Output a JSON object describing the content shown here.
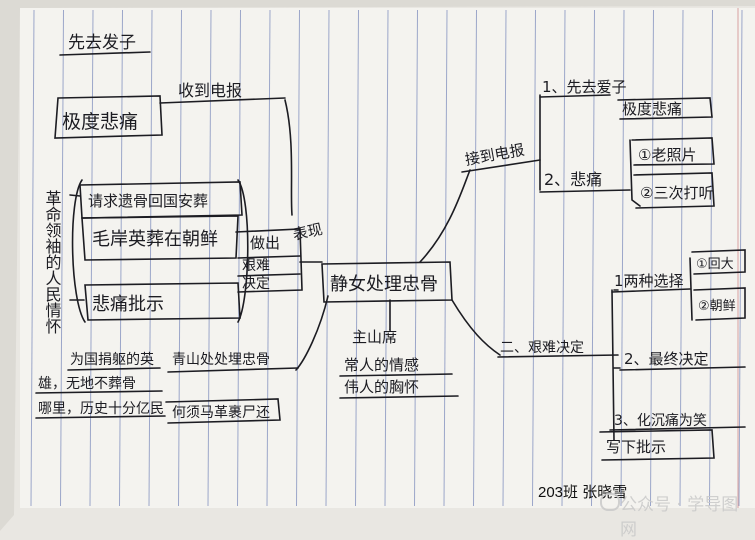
{
  "colors": {
    "paper": "#f4f3ef",
    "rule": "#9ba6c9",
    "ink": "#1c1c22"
  },
  "center": "静女处理忠骨",
  "left": {
    "l1": "先去发子",
    "l2": "极度悲痛",
    "l3": "收到电报",
    "l4": "请求遗骨回国安葬",
    "l5": "毛岸英葬在朝鲜",
    "l6": "悲痛批示",
    "l7": "做出",
    "l8": "艰难",
    "l9": "决定",
    "l10": "表现",
    "l11": "革命领袖的人民情怀",
    "l12": "为国捐躯的英",
    "l13": "雄，无地不葬骨",
    "l14": "哪里，历史十分亿民",
    "l15": "青山处处埋忠骨",
    "l16": "何须马革裹尸还"
  },
  "bottom": {
    "b1": "主山席",
    "b2": "常人的情感",
    "b3": "伟人的胸怀"
  },
  "right": {
    "r1": "接到电报",
    "r2": "1、先去爱子",
    "r3": "极度悲痛",
    "r4": "2、悲痛",
    "r5": "①老照片",
    "r6": "②三次打听",
    "r7": "二、艰难决定",
    "r8": "1两种选择",
    "r9": "①回大",
    "r10": "②朝鲜",
    "r11": "2、最终决定",
    "r12": "3、化沉痛为笑",
    "r13": "写下批示"
  },
  "caption": "203班 张晓雪",
  "watermark": "公众号 · 学导图网"
}
